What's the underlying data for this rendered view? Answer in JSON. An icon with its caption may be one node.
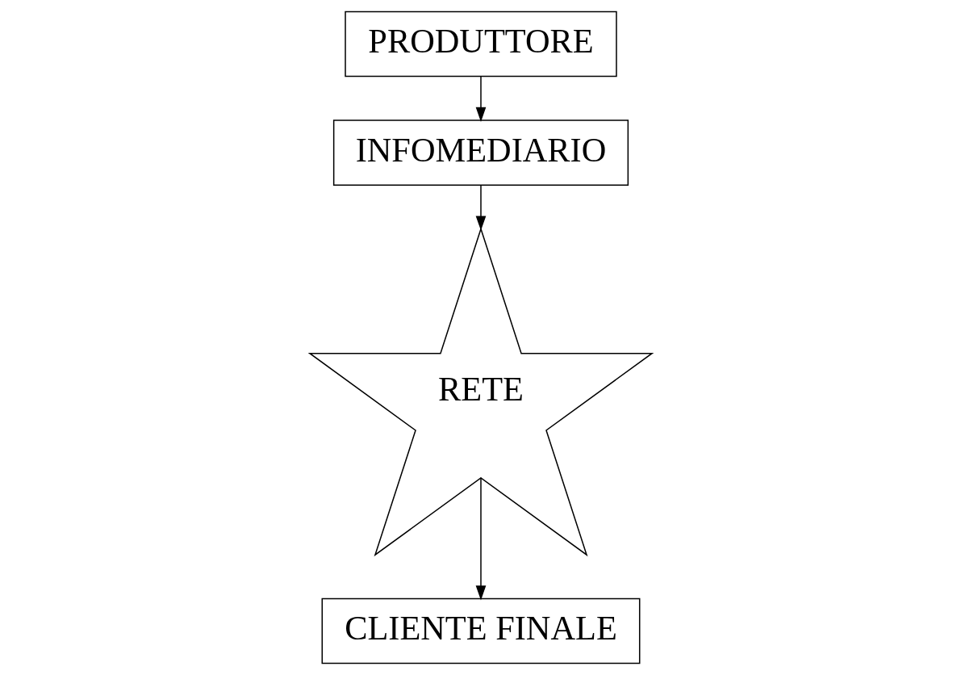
{
  "diagram": {
    "nodes": [
      {
        "text": [
          "PRODUTTORE"
        ]
      },
      {
        "text": [
          "INFOMEDIARIO"
        ]
      },
      {
        "text": [
          "RETE"
        ]
      },
      {
        "text": [
          "CLIENTE FINALE"
        ]
      }
    ],
    "edges": [
      {
        "from": 0,
        "to": 1,
        "arrow": "to"
      },
      {
        "from": 1,
        "to": 2,
        "arrow": "to"
      },
      {
        "from": 2,
        "to": 3,
        "arrow": "to"
      }
    ]
  }
}
